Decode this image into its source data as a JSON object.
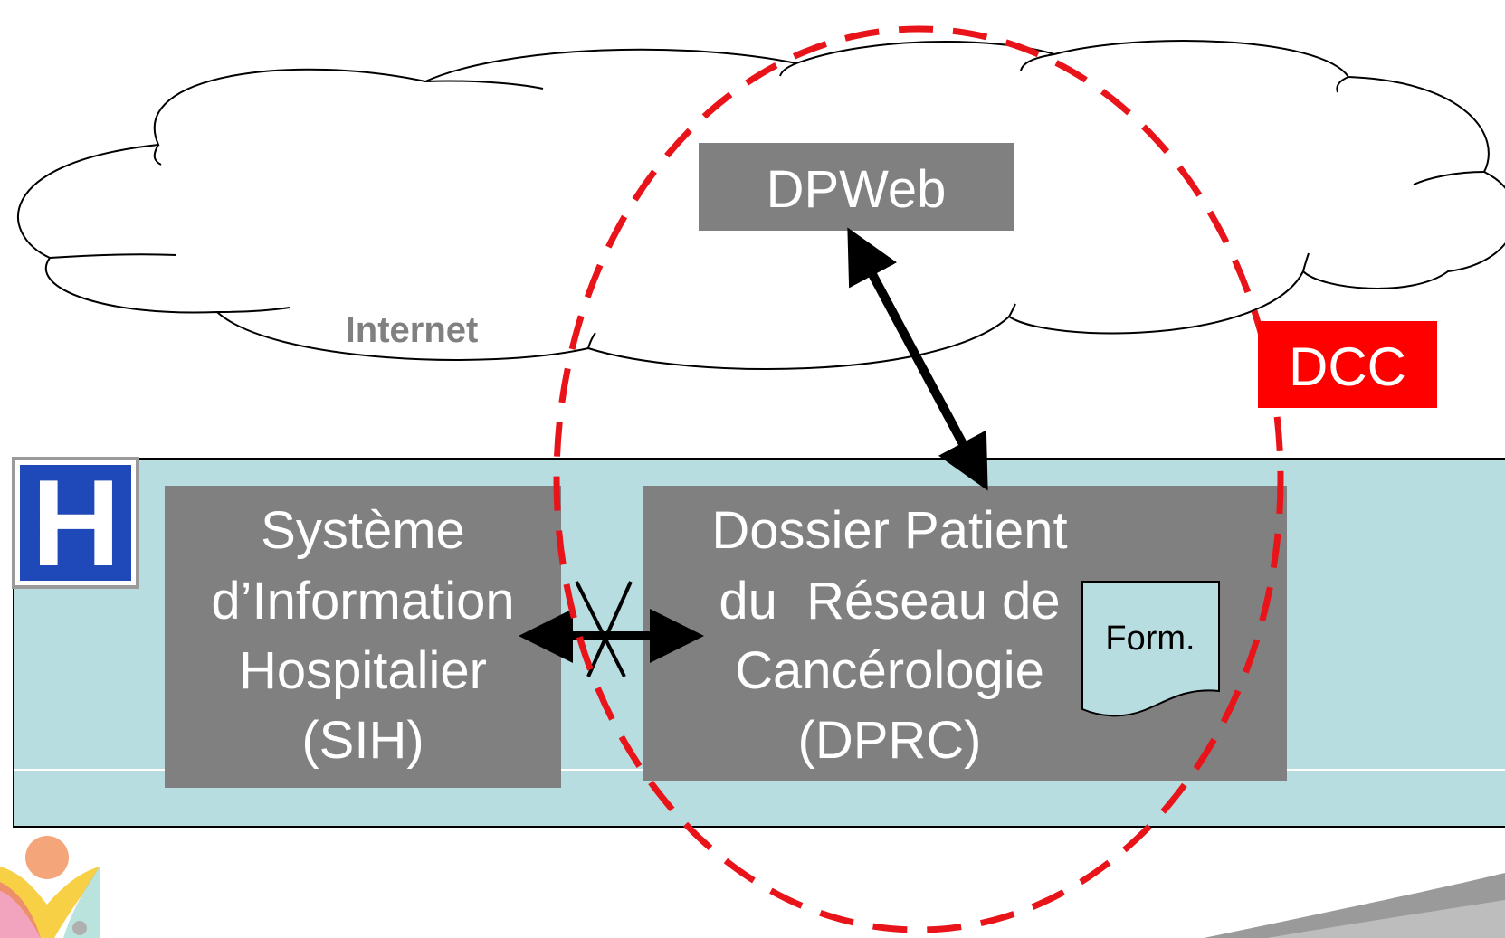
{
  "cloud": {
    "label": "Internet"
  },
  "nodes": {
    "dpweb": {
      "label": "DPWeb"
    },
    "dcc": {
      "label": "DCC"
    },
    "sih": {
      "lines": [
        "Système",
        "d’Information",
        "Hospitalier",
        "(SIH)"
      ]
    },
    "dprc": {
      "lines": [
        "Dossier Patient",
        "du  Réseau de",
        "Cancérologie",
        "(DPRC)"
      ]
    },
    "form": {
      "label": "Form."
    },
    "hospital_sign": {
      "letter": "H"
    }
  },
  "colors": {
    "box_gray": "#808080",
    "hospital_band": "#b8dde1",
    "dcc_red": "#ff0000",
    "dashed_red": "#e8141a",
    "hospital_blue": "#1f48b8",
    "form_fill": "#b8dde1"
  }
}
